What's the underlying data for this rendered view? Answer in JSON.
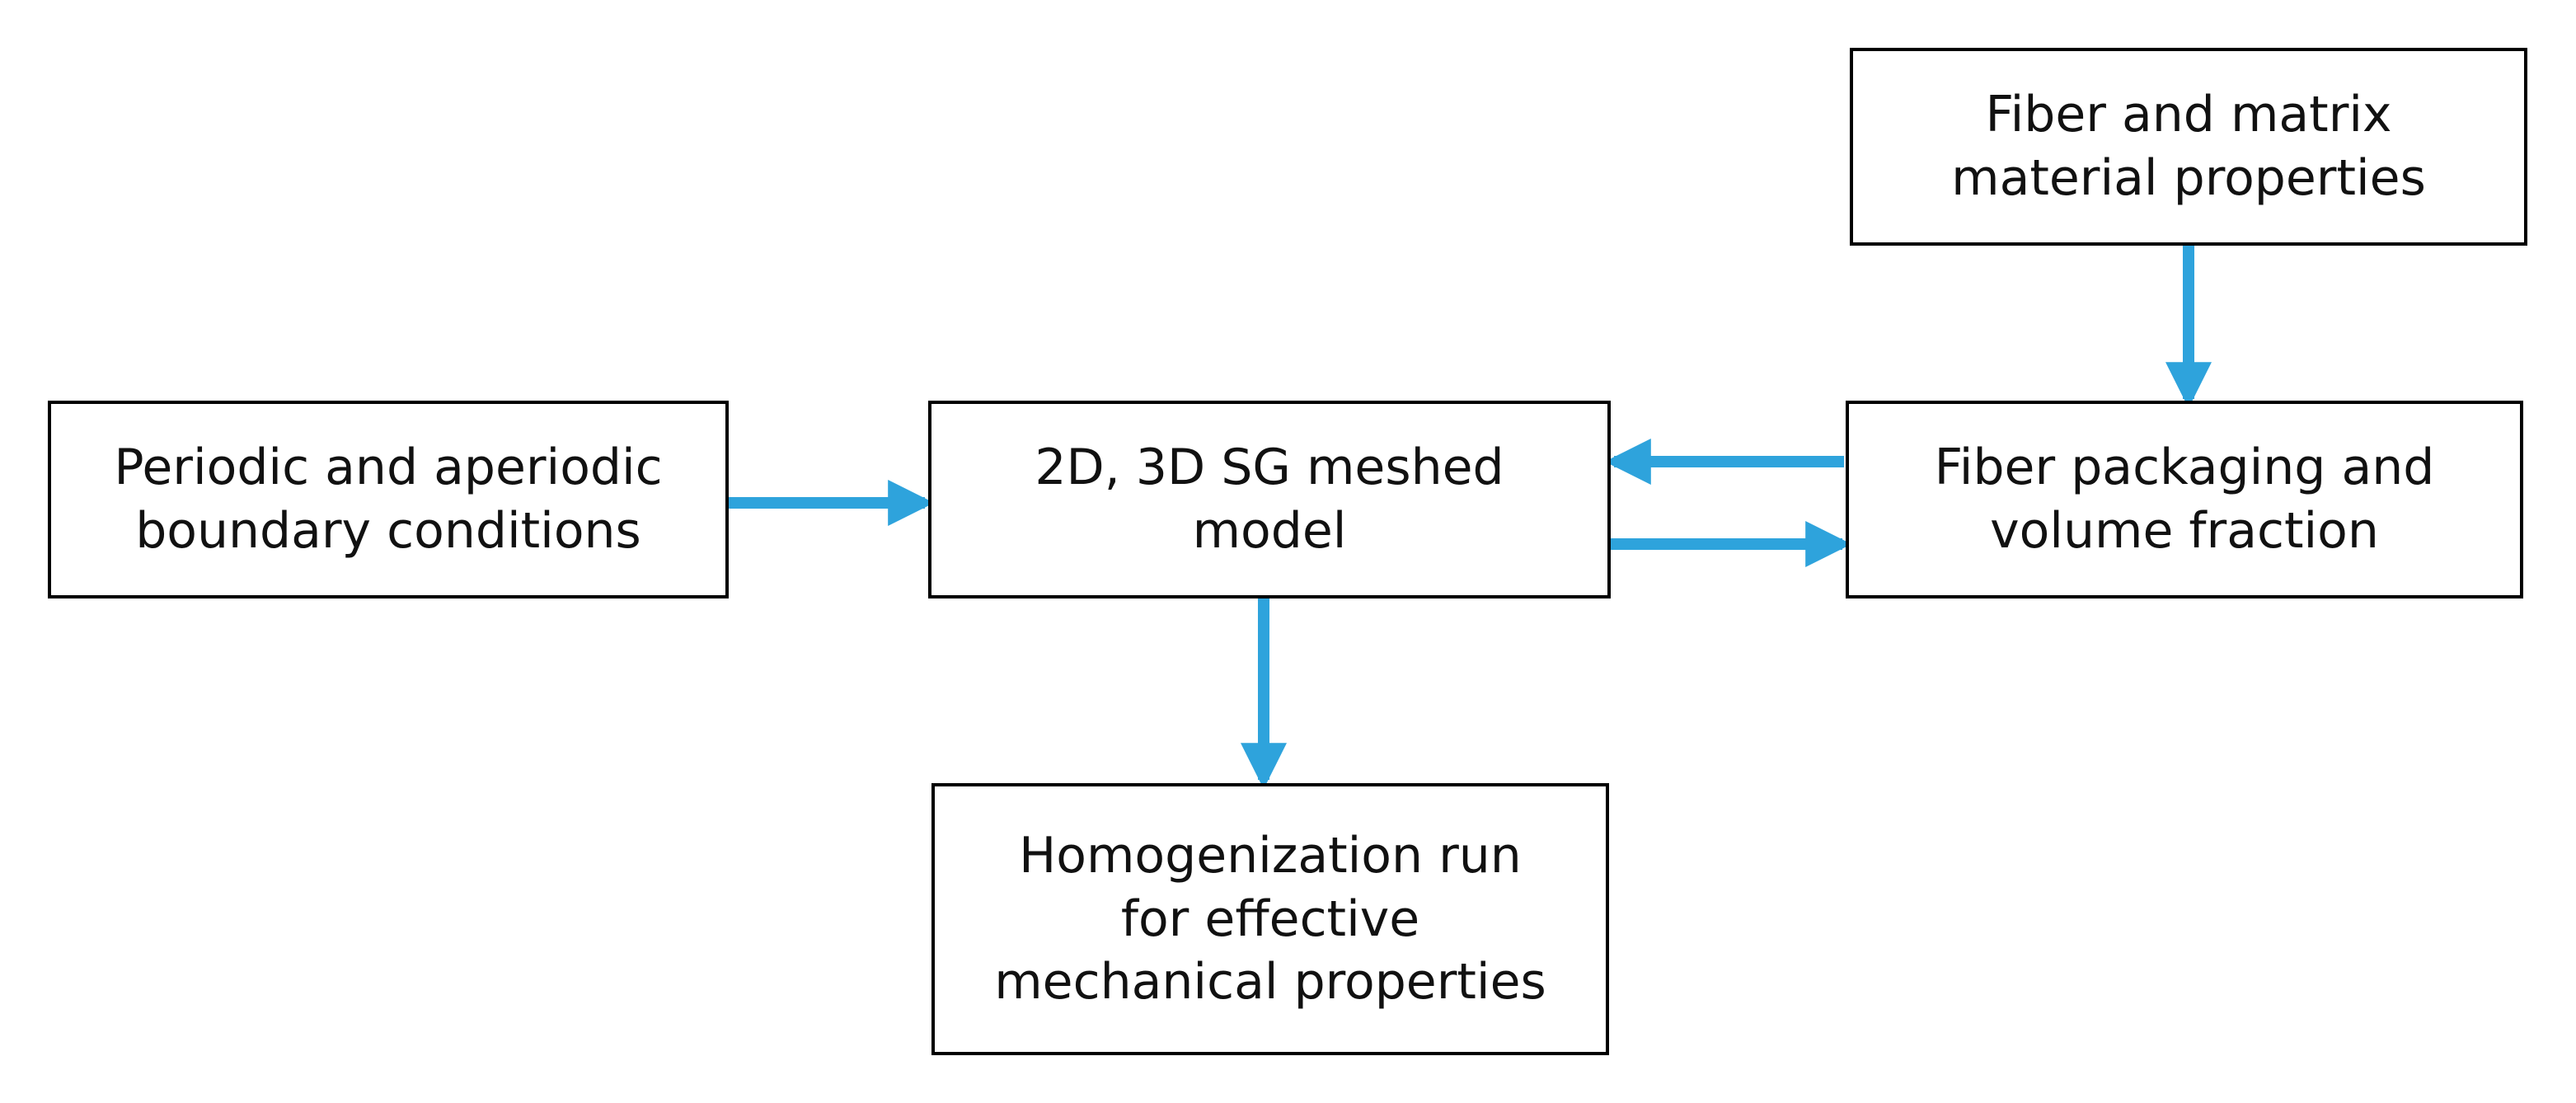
{
  "colors": {
    "arrow": "#2ea3dc",
    "box_border": "#000000",
    "text": "#111111"
  },
  "nodes": {
    "fiber_matrix": {
      "lines": [
        "Fiber and matrix",
        "material properties"
      ]
    },
    "packaging": {
      "lines": [
        "Fiber packaging and",
        "volume fraction"
      ]
    },
    "model": {
      "lines": [
        "2D, 3D SG meshed",
        "model"
      ]
    },
    "boundary": {
      "lines": [
        "Periodic and aperiodic",
        "boundary conditions"
      ]
    },
    "homogenization": {
      "lines": [
        "Homogenization run",
        "for effective",
        "mechanical properties"
      ]
    }
  },
  "edges": [
    {
      "from": "fiber_matrix",
      "to": "packaging"
    },
    {
      "from": "packaging",
      "to": "model"
    },
    {
      "from": "model",
      "to": "packaging"
    },
    {
      "from": "boundary",
      "to": "model"
    },
    {
      "from": "model",
      "to": "homogenization"
    }
  ]
}
